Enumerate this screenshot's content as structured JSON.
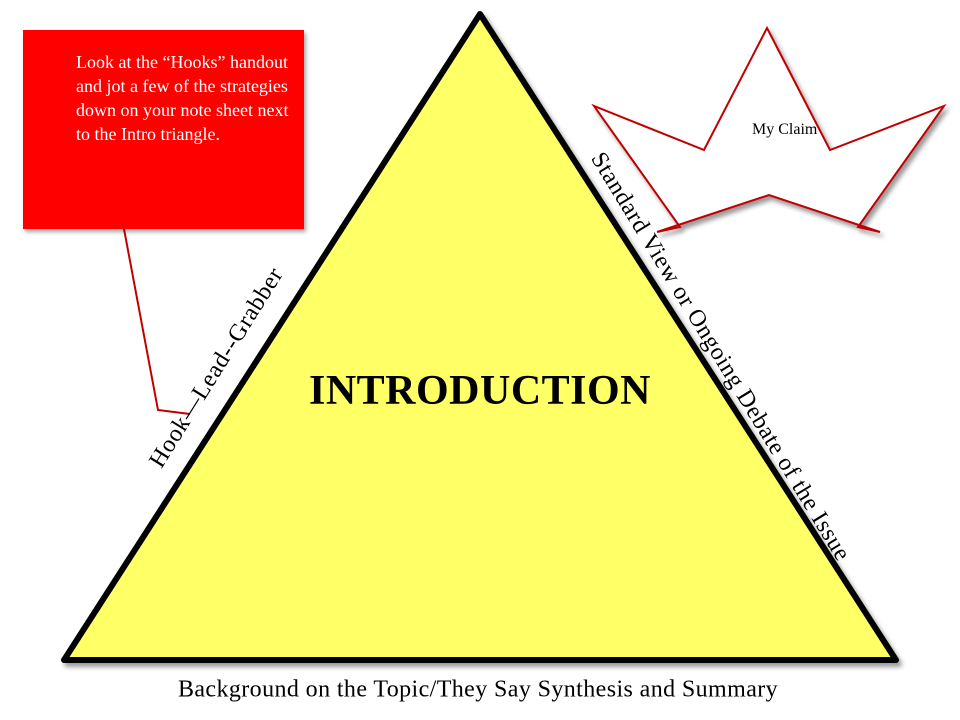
{
  "diagram": {
    "title": "INTRODUCTION",
    "left_side": "Hook—Lead--Grabber",
    "right_side": "Standard View or Ongoing Debate  of the Issue",
    "base": "Background on the Topic/They Say Synthesis and Summary",
    "star_text": "My Claim",
    "callout_text": "Look at the “Hooks” handout and jot a few of the strategies down on your note sheet next to the Intro triangle.",
    "colors": {
      "triangle_fill": "#ffff66",
      "triangle_outline": "#000000",
      "callout_fill": "#ff0000",
      "callout_text": "#ffffff",
      "callout_line": "#c00000",
      "star_outline": "#c00000",
      "star_fill": "#ffffff"
    }
  }
}
